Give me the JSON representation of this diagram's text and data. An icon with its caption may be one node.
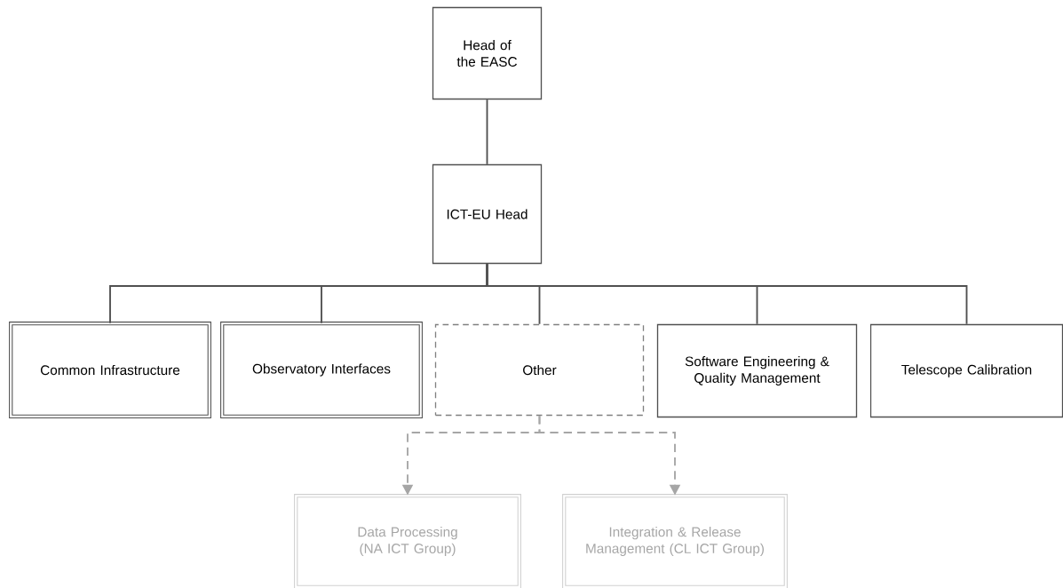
{
  "diagram": {
    "nodes": [
      {
        "text": [
          "Head of the EASC"
        ]
      },
      {
        "text": [
          "ICT-EU Head"
        ]
      },
      {
        "text": [
          "Common Infrastructure"
        ]
      },
      {
        "text": [
          "Observatory Interfaces"
        ]
      },
      {
        "text": [
          "Other"
        ]
      },
      {
        "text": [
          "Software Engineering & Quality Management"
        ]
      },
      {
        "text": [
          "Telescope Calibration"
        ]
      },
      {
        "text": [
          "Data Processing (NA ICT Group)"
        ]
      },
      {
        "text": [
          "Integration & Release Management (CL ICT Group)"
        ]
      }
    ],
    "edges": [
      {
        "from": 0,
        "to": 1,
        "arrow": "none"
      },
      {
        "from": 1,
        "to": 2,
        "arrow": "none"
      },
      {
        "from": 1,
        "to": 3,
        "arrow": "none"
      },
      {
        "from": 1,
        "to": 4,
        "arrow": "none"
      },
      {
        "from": 1,
        "to": 5,
        "arrow": "none"
      },
      {
        "from": 1,
        "to": 6,
        "arrow": "none"
      },
      {
        "from": 4,
        "to": 7,
        "arrow": "to",
        "style": "dashed",
        "color": "#a6a6a6"
      },
      {
        "from": 4,
        "to": 8,
        "arrow": "to",
        "style": "dashed",
        "color": "#a6a6a6"
      }
    ]
  }
}
